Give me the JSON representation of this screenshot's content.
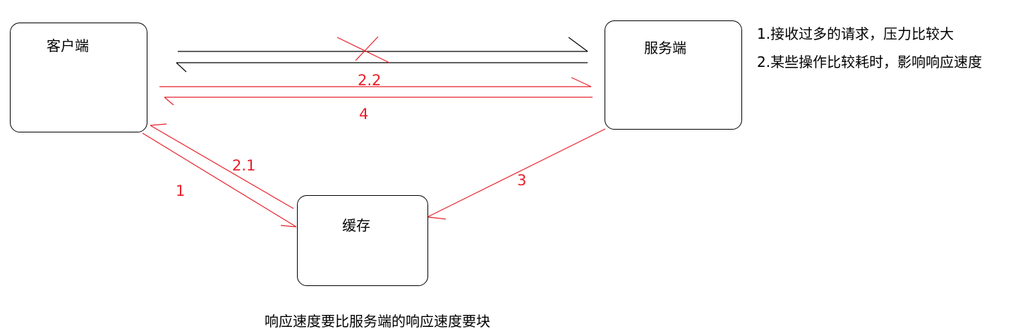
{
  "nodes": {
    "client": {
      "label": "客户端"
    },
    "server": {
      "label": "服务端"
    },
    "cache": {
      "label": "缓存"
    }
  },
  "edges": {
    "step1": "1",
    "step2_1": "2.1",
    "step2_2": "2.2",
    "step3": "3",
    "step4": "4"
  },
  "notes": {
    "problem1": "1.接收过多的请求，压力比较大",
    "problem2": "2.某些操作比较耗时，影响响应速度"
  },
  "caption": "响应速度要比服务端的响应速度要块",
  "colors": {
    "request_flow": "#000000",
    "cache_flow": "#e8202a"
  }
}
